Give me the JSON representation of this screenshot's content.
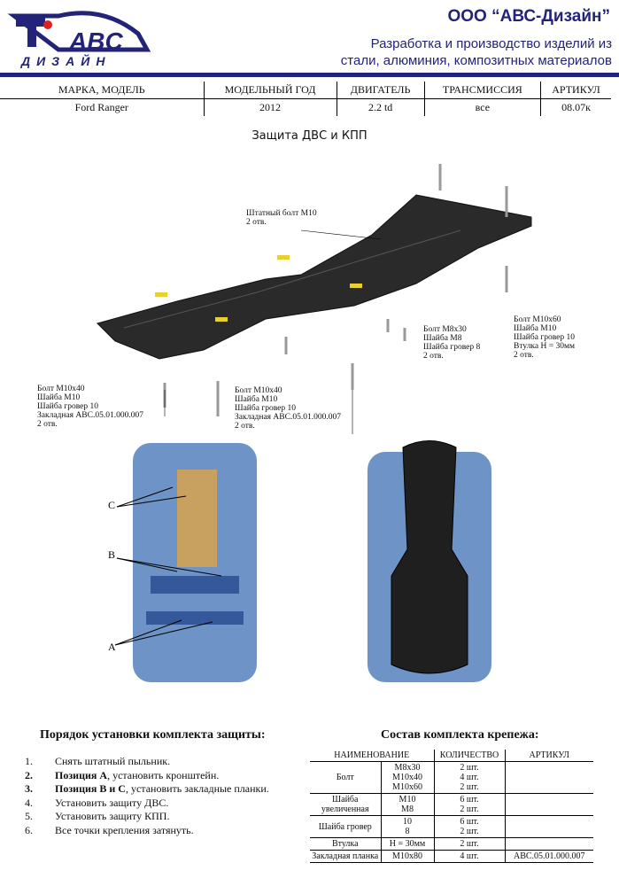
{
  "header": {
    "logo_text": "АВС",
    "logo_sub": "ДИЗАЙН",
    "company": "ООО “АВС-Дизайн”",
    "tagline1": "Разработка и производство изделий из",
    "tagline2": "стали, алюминия, композитных материалов"
  },
  "spec": {
    "headers": [
      "МАРКА, МОДЕЛЬ",
      "МОДЕЛЬНЫЙ ГОД",
      "ДВИГАТЕЛЬ",
      "ТРАНСМИССИЯ",
      "АРТИКУЛ"
    ],
    "values": [
      "Ford Ranger",
      "2012",
      "2.2 td",
      "все",
      "08.07к"
    ]
  },
  "title": "Защита ДВС и КПП",
  "callouts": [
    [
      "Штатный болт М10",
      "2 отв."
    ],
    [
      "Болт М8х30",
      "Шайба М8",
      "Шайба гровер 8",
      "2 отв."
    ],
    [
      "Болт М10х60",
      "Шайба М10",
      "Шайба гровер 10",
      "Втулка H = 30мм",
      "2 отв."
    ],
    [
      "Болт М10х40",
      "Шайба М10",
      "Шайба гровер 10",
      "Закладная АВС.05.01.000.007",
      "2 отв."
    ],
    [
      "Болт М10х40",
      "Шайба М10",
      "Шайба гровер 10",
      "Закладная АВС.05.01.000.007",
      "2 отв."
    ]
  ],
  "positions": [
    "C",
    "B",
    "A"
  ],
  "steps": {
    "heading": "Порядок установки комплекта защиты:",
    "items": [
      {
        "n": "1.",
        "bold": "",
        "text": "Снять штатный пыльник."
      },
      {
        "n": "2.",
        "bold": "Позиция А",
        "text": ", установить кронштейн."
      },
      {
        "n": "3.",
        "bold": "Позиция В и С",
        "text": ", установить закладные планки."
      },
      {
        "n": "4.",
        "bold": "",
        "text": "Установить защиту ДВС."
      },
      {
        "n": "5.",
        "bold": "",
        "text": "Установить защиту КПП."
      },
      {
        "n": "6.",
        "bold": "",
        "text": "Все точки крепления затянуть."
      }
    ]
  },
  "kit": {
    "heading": "Состав комплекта крепежа:",
    "headers": [
      "НАИМЕНОВАНИЕ",
      "КОЛИЧЕСТВО",
      "АРТИКУЛ"
    ],
    "rows": [
      {
        "name": "Болт",
        "size": "М8х30\nМ10х40\nМ10х60",
        "qty": "2 шт.\n4 шт.\n2 шт.",
        "art": ""
      },
      {
        "name": "Шайба увеличенная",
        "size": "М10\nМ8",
        "qty": "6 шт.\n2 шт.",
        "art": ""
      },
      {
        "name": "Шайба гровер",
        "size": "10\n8",
        "qty": "6 шт.\n2 шт.",
        "art": ""
      },
      {
        "name": "Втулка",
        "size": "H = 30мм",
        "qty": "2 шт.",
        "art": ""
      },
      {
        "name": "Закладная планка",
        "size": "М10х80",
        "qty": "4 шт.",
        "art": "АВС.05.01.000.007"
      }
    ]
  }
}
